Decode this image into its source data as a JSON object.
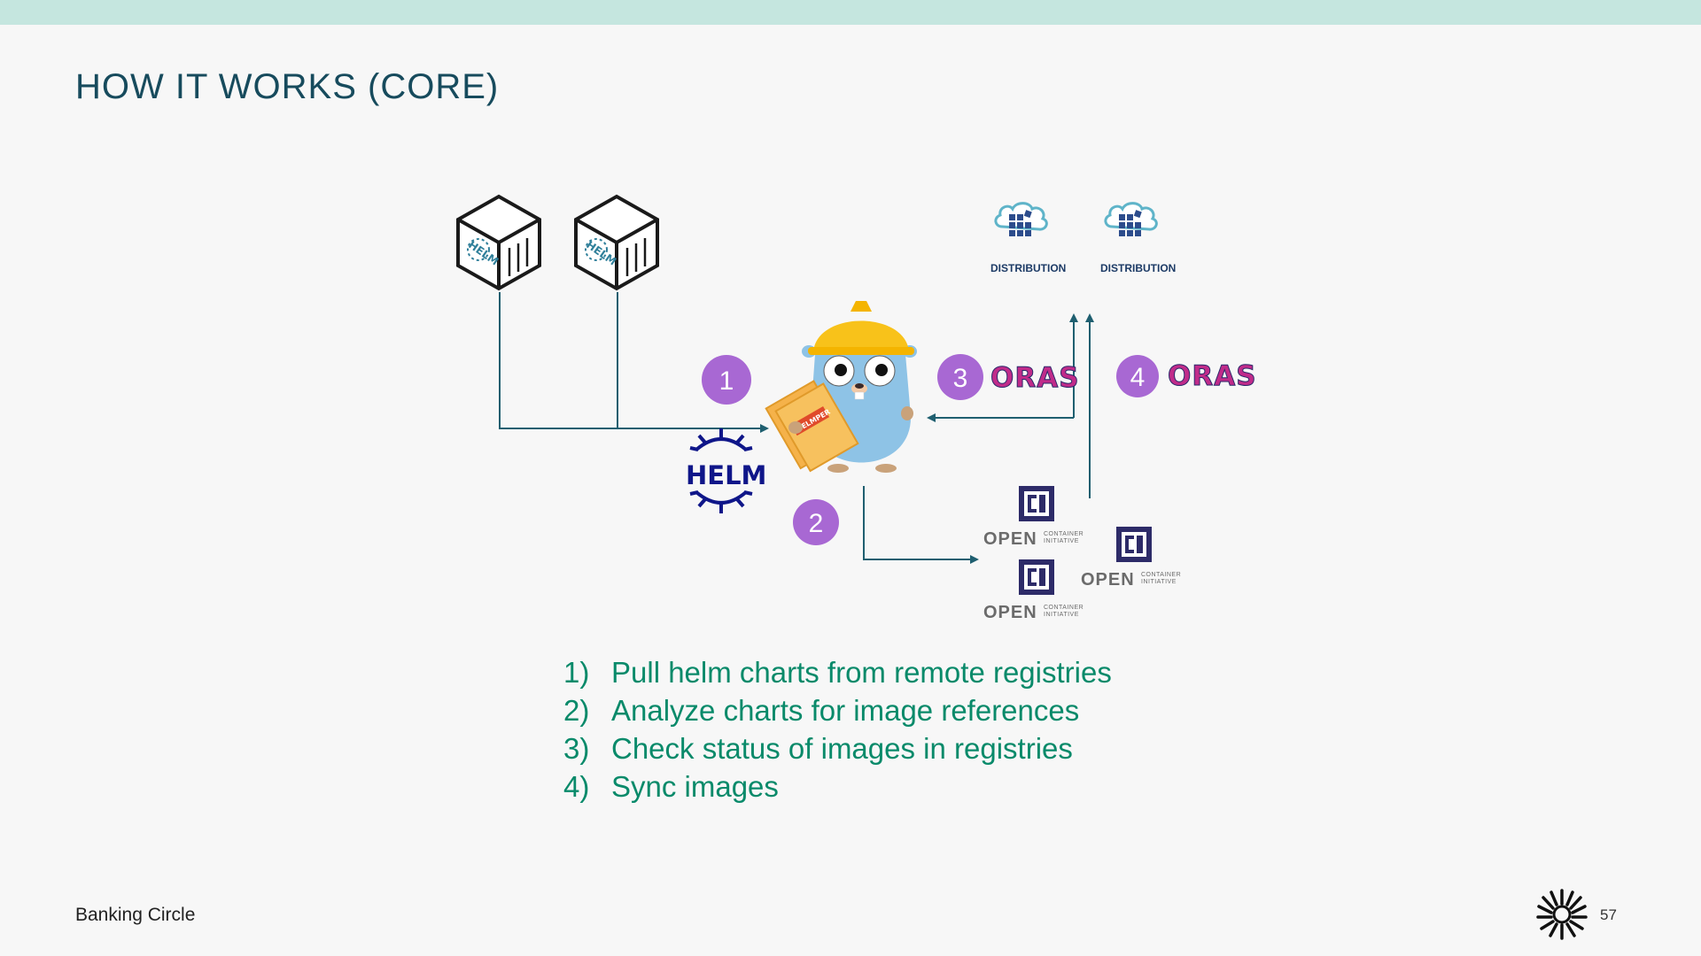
{
  "slide": {
    "title": "HOW IT WORKS (CORE)",
    "footer_text": "Banking Circle",
    "page_number": "57"
  },
  "diagram": {
    "badges": [
      "1",
      "2",
      "3",
      "4"
    ],
    "oras_label": "ORAS",
    "distribution_label": "DISTRIBUTION",
    "helm_label": "HELM",
    "helm_box_label": "HELM",
    "folder_label": "HELMPER",
    "oci_open": "OPEN",
    "oci_container": "CONTAINER",
    "oci_initiative": "INITIATIVE",
    "badge_color": "#a868d3",
    "arrow_color": "#1f5f70"
  },
  "steps": [
    {
      "num": "1)",
      "text": "Pull helm charts from remote registries"
    },
    {
      "num": "2)",
      "text": "Analyze charts for image references"
    },
    {
      "num": "3)",
      "text": "Check status of images in registries"
    },
    {
      "num": "4)",
      "text": "Sync images"
    }
  ]
}
